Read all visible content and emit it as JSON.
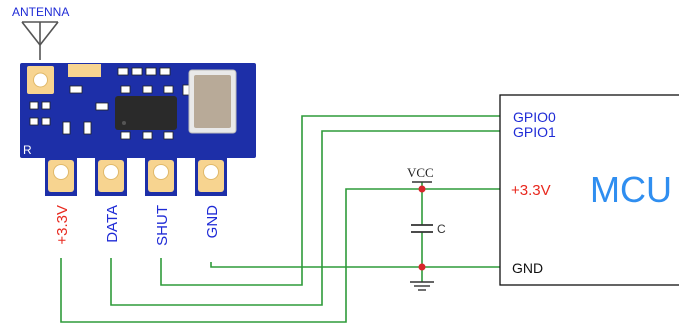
{
  "antenna": {
    "label": "ANTENNA"
  },
  "module": {
    "marking": "R"
  },
  "pins": [
    {
      "id": "vcc",
      "label": "+3.3V",
      "color": "#e8281e"
    },
    {
      "id": "data",
      "label": "DATA",
      "color": "#1f2bd6"
    },
    {
      "id": "shut",
      "label": "SHUT",
      "color": "#1f2bd6"
    },
    {
      "id": "gnd",
      "label": "GND",
      "color": "#1f2bd6"
    }
  ],
  "mcu": {
    "title": "MCU",
    "title_color": "#2f8ef0",
    "pins": [
      {
        "id": "gpio0",
        "label": "GPIO0",
        "color": "#1f2bd6"
      },
      {
        "id": "gpio1",
        "label": "GPIO1",
        "color": "#1f2bd6"
      },
      {
        "id": "vcc",
        "label": "+3.3V",
        "color": "#e8281e"
      },
      {
        "id": "gnd",
        "label": "GND",
        "color": "#111111"
      }
    ]
  },
  "supply": {
    "label": "VCC"
  },
  "capacitor": {
    "label": "C"
  },
  "colors": {
    "wire": "#2f9b3a",
    "board": "#1d2fa8",
    "pad": "#f7d490",
    "node": "#d9262c"
  }
}
